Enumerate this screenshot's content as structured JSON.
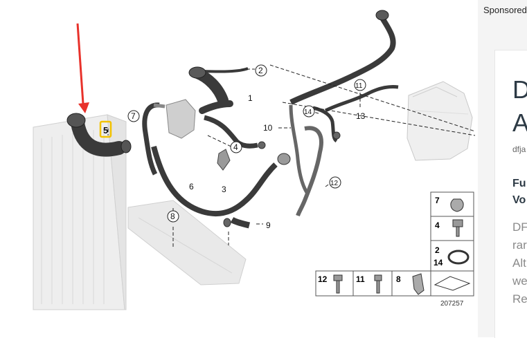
{
  "diagram": {
    "callouts": [
      "1",
      "2",
      "3",
      "4",
      "5",
      "6",
      "7",
      "8",
      "9",
      "10",
      "11",
      "12",
      "13",
      "14",
      "12",
      "14"
    ],
    "highlight_callout": "5",
    "parts_table": {
      "cells": [
        "7",
        "4",
        "2",
        "14",
        "12",
        "11",
        "8"
      ]
    },
    "figure_number": "207257",
    "colors": {
      "arrow": "#e8322b",
      "highlight": "#f2c200",
      "hose": "#3a3a3a"
    }
  },
  "sidebar": {
    "sponsored_label": "Sponsored",
    "ad": {
      "title_line1": "D",
      "title_line2": "A",
      "source": "dfja",
      "heading_line1": "Fu",
      "heading_line2": "Vo",
      "body_lines": [
        "DF",
        "rar",
        "Alt",
        "we",
        "Re"
      ]
    }
  }
}
